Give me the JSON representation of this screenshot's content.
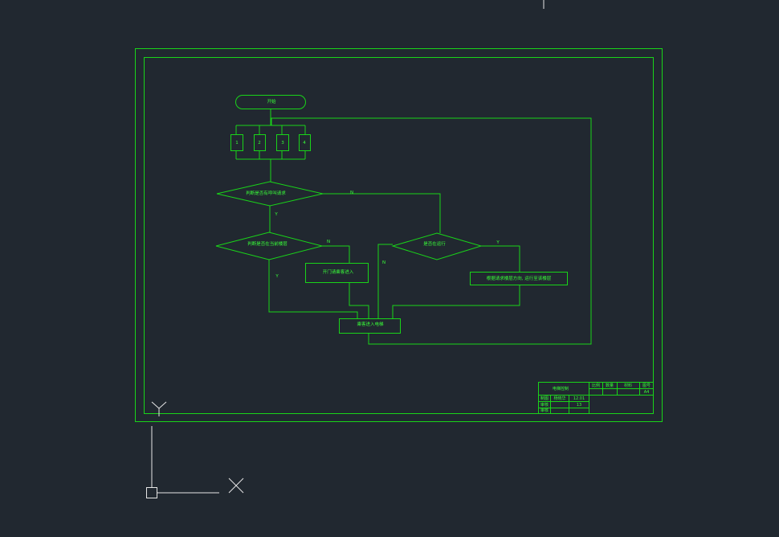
{
  "colors": {
    "background": "#212830",
    "line": "#19d419",
    "text": "#39ff39",
    "ucs": "#e6e6e6"
  },
  "flowchart": {
    "start_label": "开始",
    "inputs": [
      "1",
      "2",
      "3",
      "4"
    ],
    "decision_1": "判断是否有呼叫请求",
    "decision_2": "判断是否在当前楼层",
    "decision_3": "是否在运行",
    "process_open": "开门请乘客进入",
    "process_run": "根据请求楼层方向, 运行至该楼层",
    "process_merge": "乘客进入电梯",
    "labels": {
      "yes": "Y",
      "no": "N"
    }
  },
  "title_block": {
    "drawing_name": "电梯控制",
    "header": [
      "比例",
      "数量",
      "材料",
      "图号"
    ],
    "size": "A4",
    "rows": [
      {
        "role": "制图",
        "name": "杨晓华",
        "date": "12.01"
      },
      {
        "role": "审核",
        "name": "",
        "date": "13"
      },
      {
        "role": "审核",
        "name": "",
        "date": ""
      }
    ]
  },
  "ucs": {
    "x_label": "X",
    "y_label": "Y"
  }
}
